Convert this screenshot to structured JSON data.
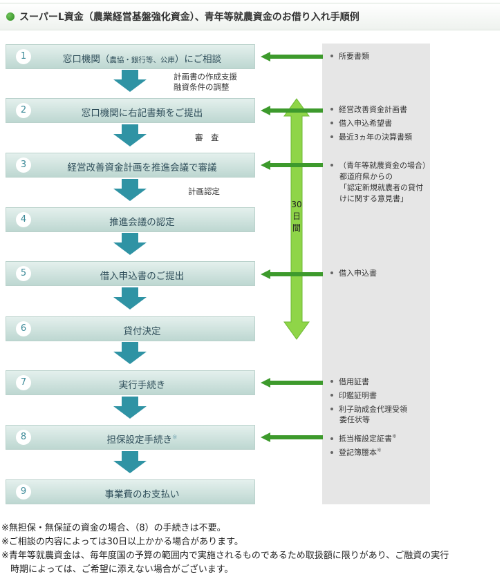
{
  "header": {
    "title": "スーパーL資金（農業経営基盤強化資金）、青年等就農資金のお借り入れ手順例"
  },
  "steps": [
    {
      "num": "1",
      "label": "窓口機関（",
      "label_small": "農協・銀行等、公庫",
      "label_end": "）にご相談"
    },
    {
      "num": "2",
      "label": "窓口機関に右記書類をご提出"
    },
    {
      "num": "3",
      "label": "経営改善資金計画を推進会議で審議"
    },
    {
      "num": "4",
      "label": "推進会議の認定"
    },
    {
      "num": "5",
      "label": "借入申込書のご提出"
    },
    {
      "num": "6",
      "label": "貸付決定"
    },
    {
      "num": "7",
      "label": "実行手続き"
    },
    {
      "num": "8",
      "label": "担保設定手続き",
      "mark": "※"
    },
    {
      "num": "9",
      "label": "事業費のお支払い"
    }
  ],
  "between_notes": {
    "after_1_line1": "計画書の作成支援",
    "after_1_line2": "融資条件の調整",
    "after_2": "審　査",
    "after_3": "計画認定"
  },
  "days_label": [
    "30",
    "日",
    "間"
  ],
  "documents": {
    "step1": [
      "所要書類"
    ],
    "step2": [
      "経営改善資金計画書",
      "借入申込希望書",
      "最近3ヵ年の決算書類"
    ],
    "step3": [
      "（青年等就農資金の場合）",
      "都道府県からの",
      "「認定新規就農者の貸付",
      "けに関する意見書」"
    ],
    "step5": [
      "借入申込書"
    ],
    "step7": [
      "借用証書",
      "印鑑証明書",
      "利子助成金代理受領",
      "委任状等"
    ],
    "step8": [
      "抵当権設定証書",
      "登記簿謄本"
    ],
    "step8_mark": "※"
  },
  "footnotes": [
    "※無担保・無保証の資金の場合、（8）の手続きは不要。",
    "※ご相談の内容によっては30日以上かかる場合があります。",
    "※青年等就農資金は、毎年度国の予算の範囲内で実施されるものであるため取扱額に限りがあり、ご融資の実行",
    "　時期によっては、ご希望に添えない場合がございます。"
  ],
  "colors": {
    "arrow_teal": "#2f93a4",
    "arrow_green": "#3d9a2c",
    "days_bar": "#8fd548",
    "box_bg": "#cfe3de"
  }
}
